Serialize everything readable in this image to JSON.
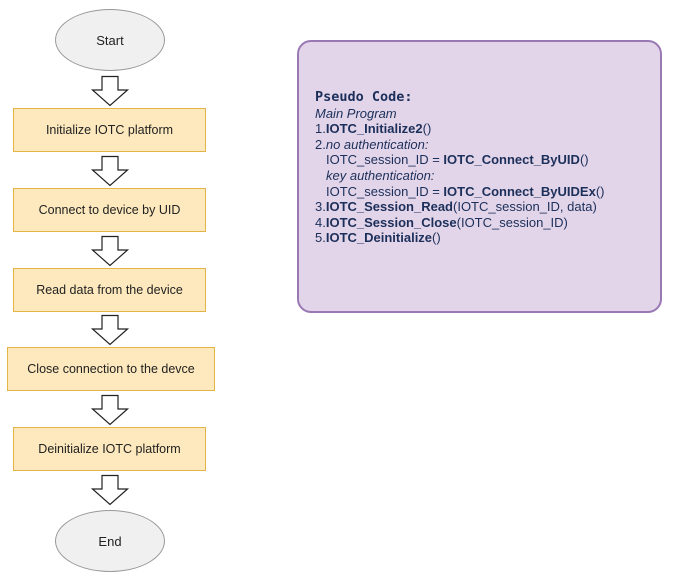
{
  "flow": {
    "start": "Start",
    "steps": [
      "Initialize IOTC platform",
      "Connect to device by UID",
      "Read data from the device",
      "Close connection to the devce",
      "Deinitialize IOTC platform"
    ],
    "end": "End"
  },
  "pseudo": {
    "title": "Pseudo Code:",
    "subtitle": "Main Program",
    "line1_num": "1.",
    "line1_fn": "IOTC_Initialize2",
    "line1_args": "()",
    "line2_num": "2.",
    "line2_label": "no authentication:",
    "line2a_var": "IOTC_session_ID = ",
    "line2a_fn": "IOTC_Connect_ByUID",
    "line2a_args": "()",
    "line2b_label": "key authentication:",
    "line2b_var": "IOTC_session_ID = ",
    "line2b_fn": "IOTC_Connect_ByUIDEx",
    "line2b_args": "()",
    "line3_num": "3.",
    "line3_fn": "IOTC_Session_Read",
    "line3_args": "(IOTC_session_ID, data)",
    "line4_num": "4.",
    "line4_fn": "IOTC_Session_Close",
    "line4_args": "(IOTC_session_ID)",
    "line5_num": "5.",
    "line5_fn": "IOTC_Deinitialize",
    "line5_args": "()"
  },
  "colors": {
    "step_fill": "#fde9bd",
    "step_border": "#e3b548",
    "terminal_fill": "#f0f0f0",
    "note_fill": "#e2d5e9",
    "note_border": "#9a78b3",
    "note_text": "#1c2f5a"
  }
}
